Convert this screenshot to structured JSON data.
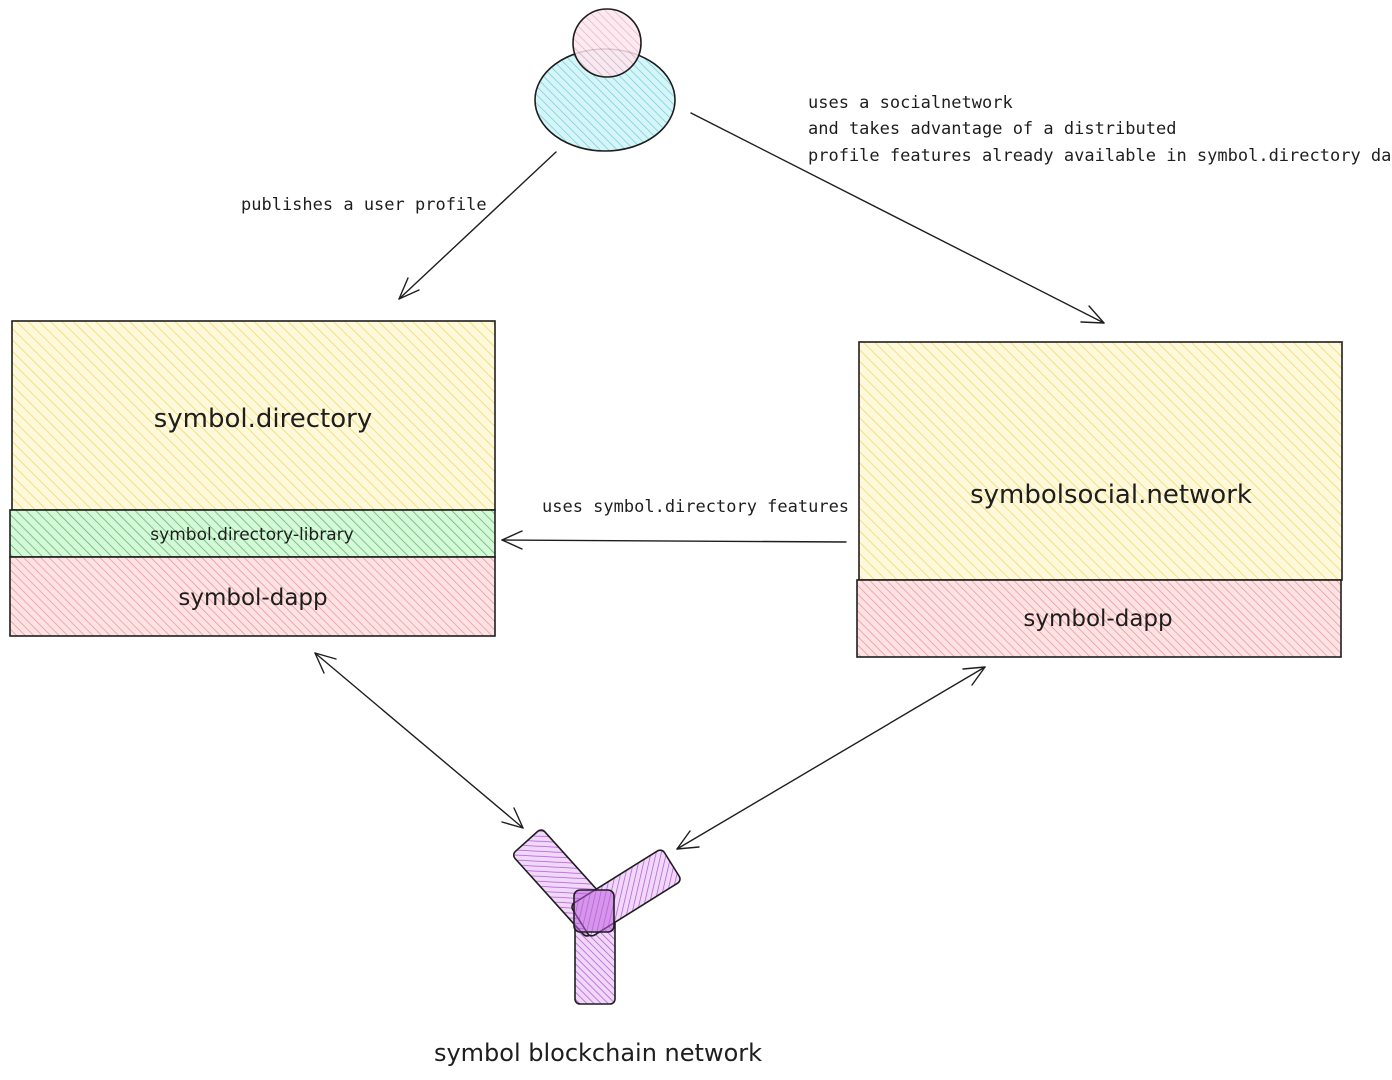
{
  "actor": {
    "icon": "user-icon",
    "colors": {
      "head": "#fcc2d7",
      "body": "#99e9f2"
    }
  },
  "edges": {
    "publishes": {
      "label": "publishes a user profile"
    },
    "uses_social": {
      "lines": [
        "uses a socialnetwork",
        "and takes advantage of a distributed",
        "profile features already available in symbol.directory dapp"
      ]
    },
    "uses_features": {
      "label": "uses symbol.directory features"
    }
  },
  "directory": {
    "title": "symbol.directory",
    "library": "symbol.directory-library",
    "dapp": "symbol-dapp"
  },
  "social": {
    "title": "symbolsocial.network",
    "dapp": "symbol-dapp"
  },
  "blockchain": {
    "icon": "symbol-logo-icon",
    "label": "symbol blockchain network",
    "color": "#be4bdb"
  },
  "colors": {
    "app_layer": "#ffec99",
    "library_layer": "#b2f2bb",
    "dapp_layer": "#ffc9c9",
    "stroke": "#1e1e1e"
  }
}
